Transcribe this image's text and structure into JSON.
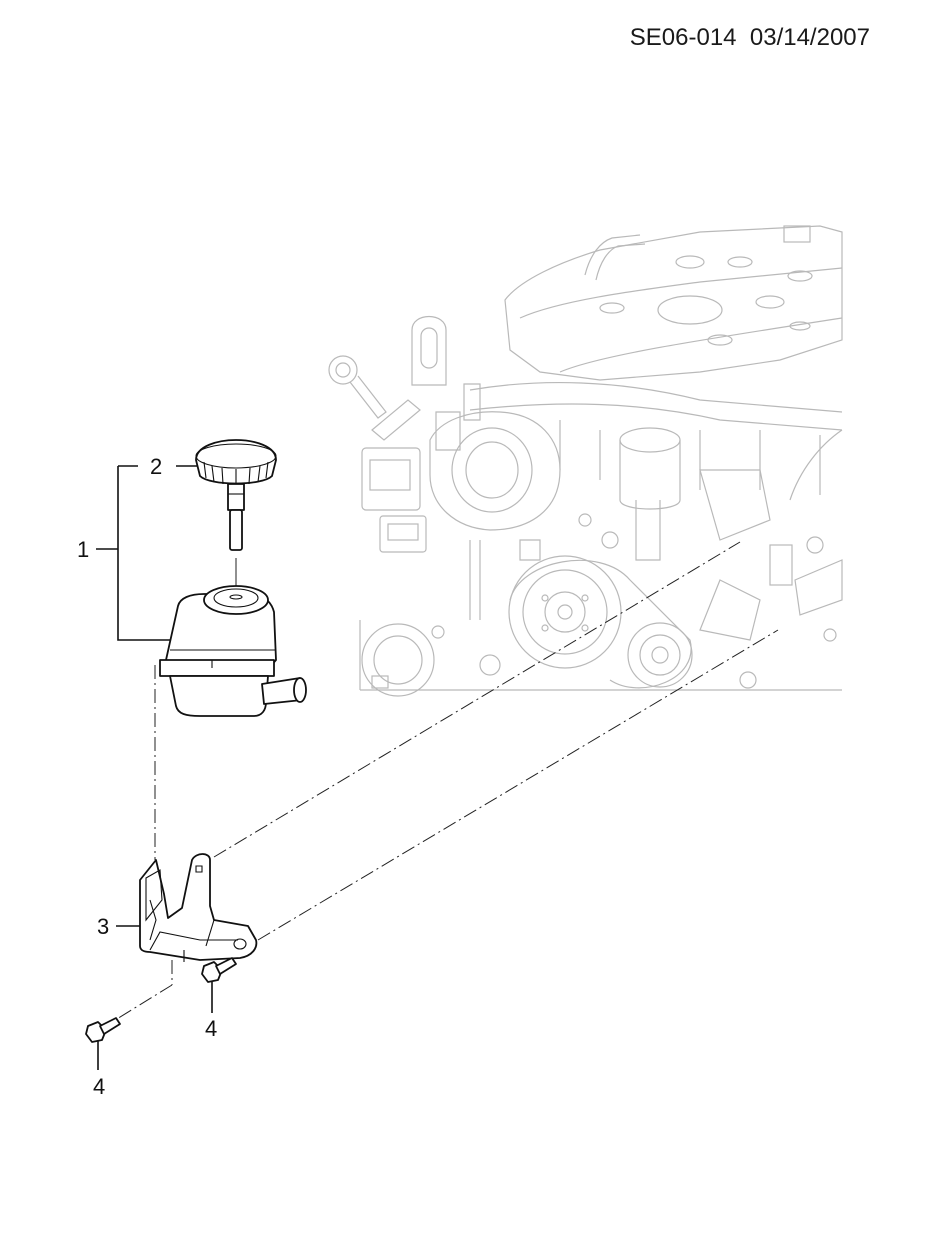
{
  "header": {
    "code": "SE06-014",
    "date": "03/14/2007"
  },
  "callouts": {
    "c1": "1",
    "c2": "2",
    "c3": "3",
    "c4a": "4",
    "c4b": "4"
  },
  "icons": {
    "engine": "engine-illustration-icon",
    "reservoir": "fluid-reservoir-icon",
    "cap": "reservoir-cap-icon",
    "bracket": "mounting-bracket-icon",
    "bolt": "bolt-icon"
  },
  "colors": {
    "line": "#111111",
    "engine": "#b9b9b9",
    "background": "#ffffff"
  }
}
